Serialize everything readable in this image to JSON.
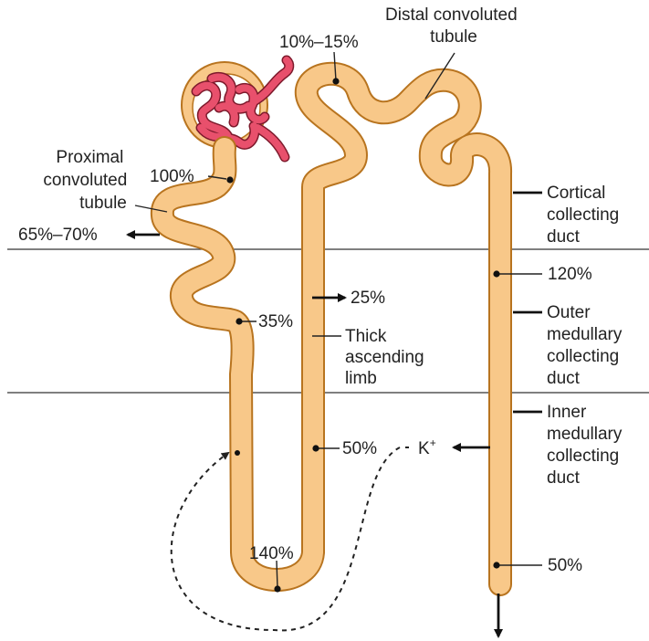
{
  "segments": {
    "distal_convoluted_tubule": [
      "Distal convoluted",
      "tubule"
    ],
    "proximal_convoluted_tubule": [
      "Proximal",
      "convoluted",
      "tubule"
    ],
    "thick_ascending_limb": [
      "Thick",
      "ascending",
      "limb"
    ],
    "cortical_collecting_duct": [
      "Cortical",
      "collecting",
      "duct"
    ],
    "outer_medullary_collecting_duct": [
      "Outer",
      "medullary",
      "collecting",
      "duct"
    ],
    "inner_medullary_collecting_duct": [
      "Inner",
      "medullary",
      "collecting",
      "duct"
    ]
  },
  "values": {
    "glomerulus_filtered": "100%",
    "proximal_reabsorbed": "65%–70%",
    "late_proximal": "35%",
    "thick_limb_reabsorbed": "25%",
    "loop_bend": "140%",
    "thick_limb_start": "50%",
    "early_distal": "10%–15%",
    "cortical_collecting": "120%",
    "final_urine": "50%"
  },
  "ions": {
    "potassium": "K",
    "potassium_charge": "+"
  },
  "colors": {
    "tubule_fill": "#f8c889",
    "tubule_outline": "#b8741f",
    "glomerulus": "#e8506c",
    "arrows": "#111111"
  }
}
